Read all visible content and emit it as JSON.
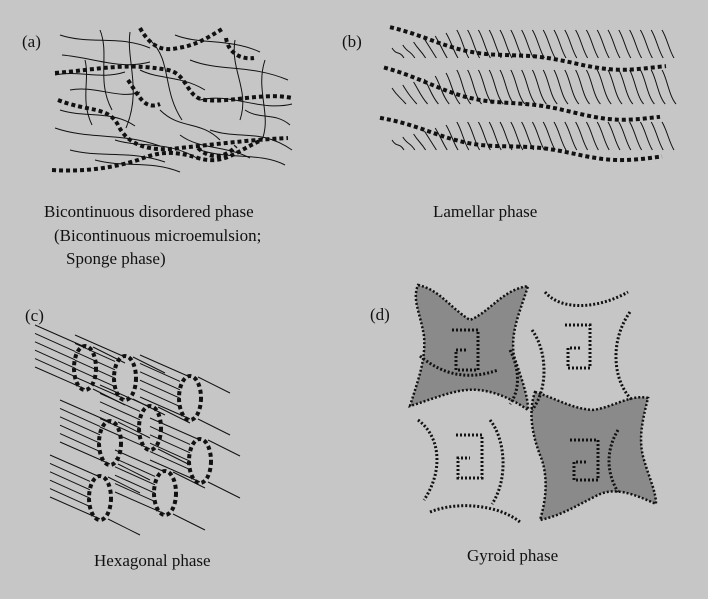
{
  "background": "#c6c6c6",
  "colors": {
    "ink": "#111111",
    "shaded_domain": "#8a8a8a"
  },
  "panels": {
    "a": {
      "label": "(a)",
      "caption_lines": [
        "Bicontinuous disordered phase",
        "(Bicontinuous microemulsion;",
        "Sponge phase)"
      ]
    },
    "b": {
      "label": "(b)",
      "caption_lines": [
        "Lamellar phase"
      ]
    },
    "c": {
      "label": "(c)",
      "caption_lines": [
        "Hexagonal phase"
      ]
    },
    "d": {
      "label": "(d)",
      "caption_lines": [
        "Gyroid phase"
      ]
    }
  }
}
